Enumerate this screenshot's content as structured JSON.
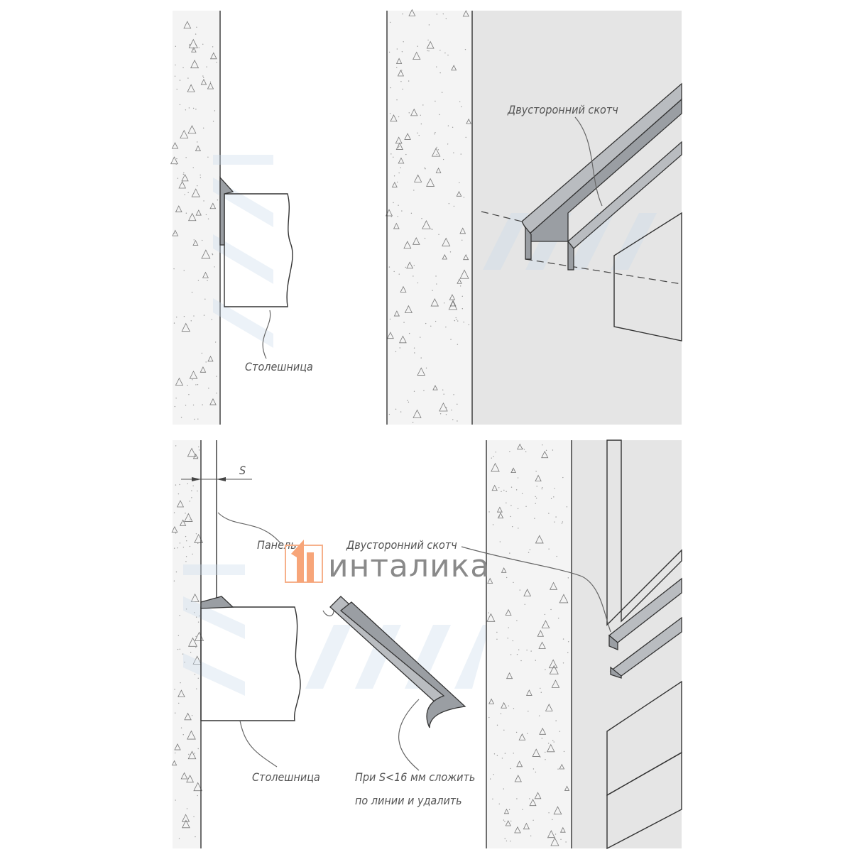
{
  "panel1": {
    "label_countertop": "Столешница"
  },
  "panel2": {
    "label_tape": "Двусторонний скотч"
  },
  "panel3": {
    "dimension": "S",
    "label_panel": "Панель",
    "label_tape": "Двусторонний скотч",
    "label_countertop": "Столешница",
    "note_line1": "При S<16 мм сложить",
    "note_line2": "по линии и удалить"
  },
  "logo": {
    "text": "инталика",
    "accent": "#f47c3c"
  },
  "colors": {
    "concrete": "#f4f4f4",
    "wall": "#e5e5e5",
    "profile": "#9a9ea3"
  }
}
